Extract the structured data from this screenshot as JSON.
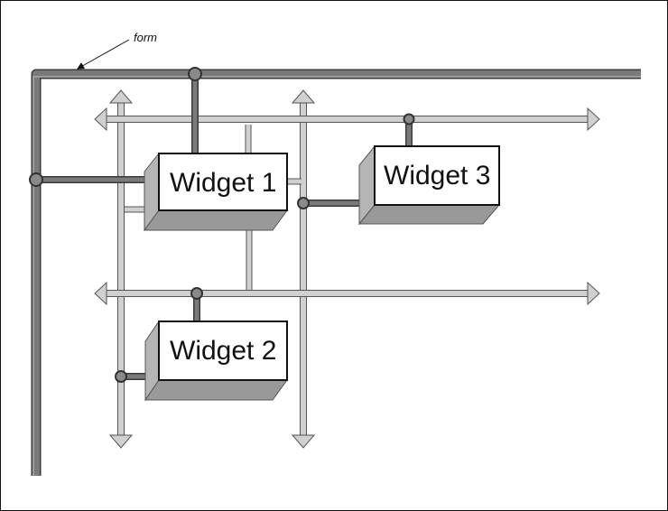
{
  "diagram": {
    "form_label": "form",
    "widgets": [
      {
        "label": "Widget 1"
      },
      {
        "label": "Widget 3"
      },
      {
        "label": "Widget 2"
      }
    ],
    "colors": {
      "dark_pipe": "#7a7a7a",
      "light_pipe": "#d0d0d0",
      "outline": "#555555",
      "widget_side": "#b5b5b5",
      "widget_face": "#ffffff",
      "border": "#111111"
    }
  }
}
